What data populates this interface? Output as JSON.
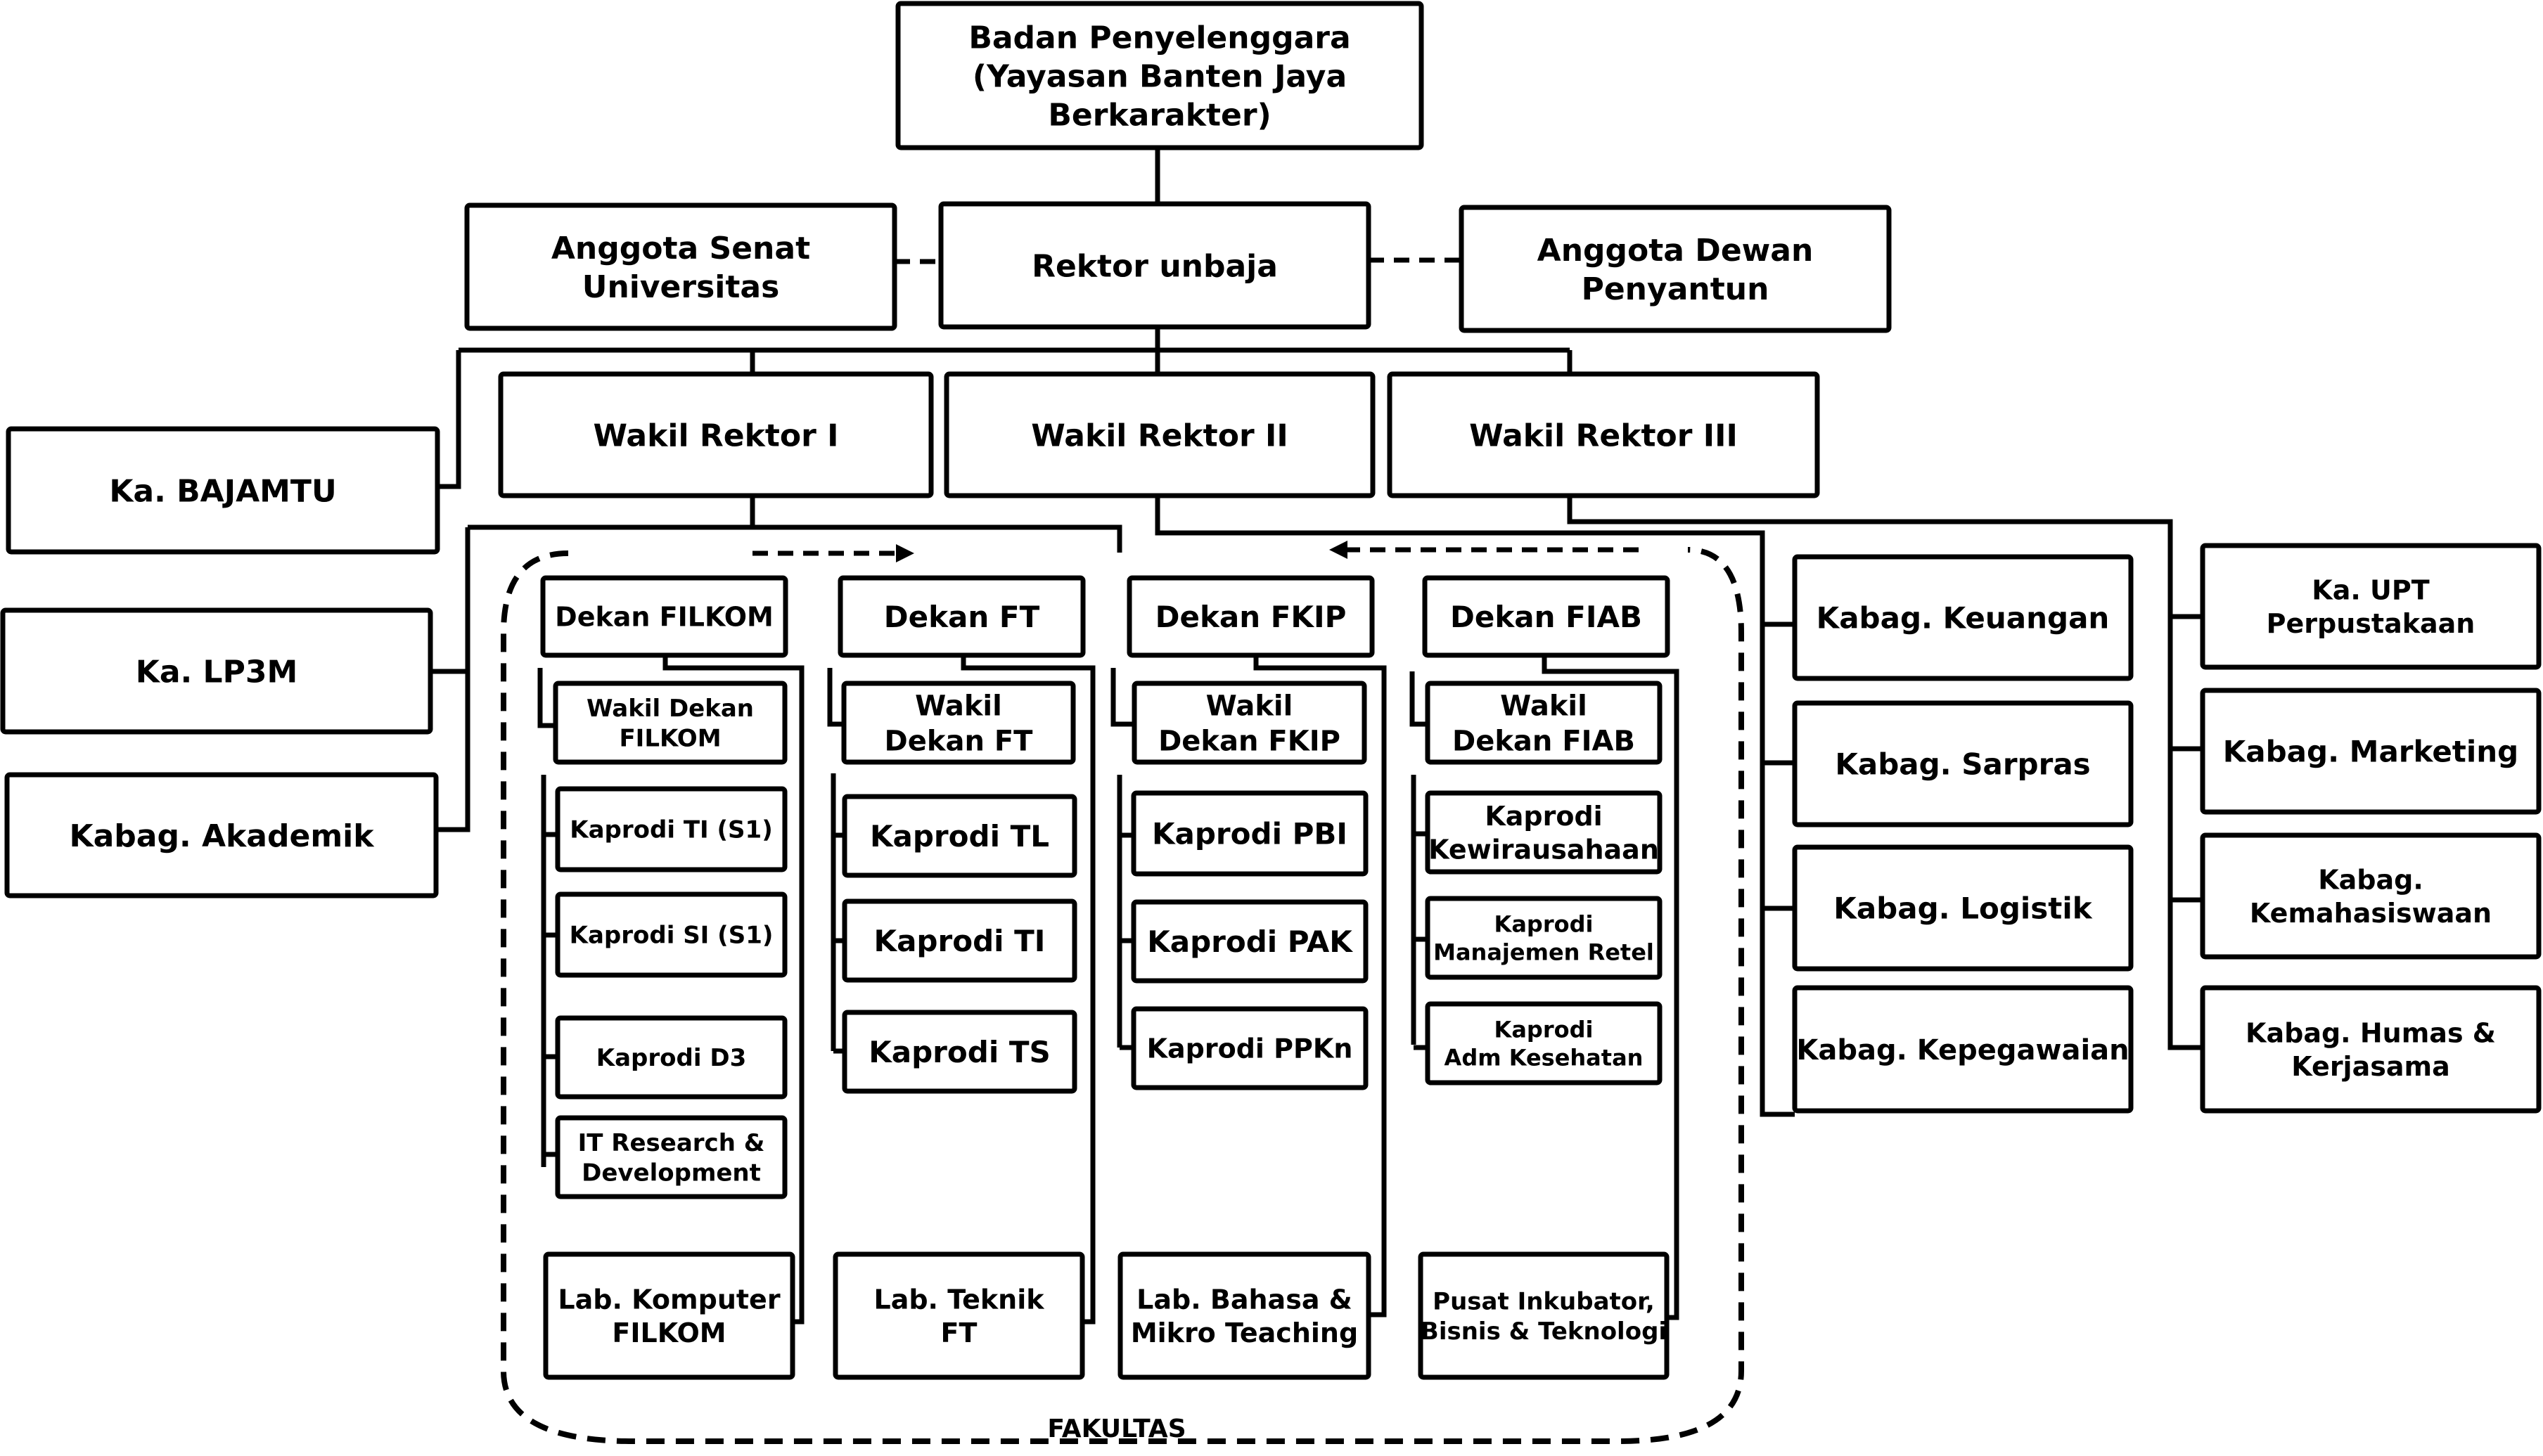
{
  "nodes": {
    "badan": [
      "Badan Penyelenggara",
      "(Yayasan Banten Jaya",
      "Berkarakter)"
    ],
    "senat": [
      "Anggota Senat",
      "Universitas"
    ],
    "rektor": [
      "Rektor unbaja"
    ],
    "dewan": [
      "Anggota Dewan",
      "Penyantun"
    ],
    "bajamtu": [
      "Ka. BAJAMTU"
    ],
    "lp3m": [
      "Ka. LP3M"
    ],
    "akademik": [
      "Kabag. Akademik"
    ],
    "wr1": [
      "Wakil Rektor I"
    ],
    "wr2": [
      "Wakil Rektor II"
    ],
    "wr3": [
      "Wakil Rektor III"
    ],
    "dekan_filkom": [
      "Dekan FILKOM"
    ],
    "dekan_ft": [
      "Dekan FT"
    ],
    "dekan_fkip": [
      "Dekan FKIP"
    ],
    "dekan_fiab": [
      "Dekan FIAB"
    ],
    "wd_filkom": [
      "Wakil Dekan",
      "FILKOM"
    ],
    "wd_ft": [
      "Wakil",
      "Dekan FT"
    ],
    "wd_fkip": [
      "Wakil",
      "Dekan FKIP"
    ],
    "wd_fiab": [
      "Wakil",
      "Dekan FIAB"
    ],
    "k_ti_s1": [
      "Kaprodi TI (S1)"
    ],
    "k_si_s1": [
      "Kaprodi SI (S1)"
    ],
    "k_d3": [
      "Kaprodi D3"
    ],
    "it_rd": [
      "IT Research &",
      "Development"
    ],
    "k_tl": [
      "Kaprodi TL"
    ],
    "k_ti": [
      "Kaprodi TI"
    ],
    "k_ts": [
      "Kaprodi TS"
    ],
    "k_pbi": [
      "Kaprodi PBI"
    ],
    "k_pak": [
      "Kaprodi PAK"
    ],
    "k_ppkn": [
      "Kaprodi PPKn"
    ],
    "k_kwu": [
      "Kaprodi",
      "Kewirausahaan"
    ],
    "k_mr": [
      "Kaprodi",
      "Manajemen Retel"
    ],
    "k_adm": [
      "Kaprodi",
      "Adm Kesehatan"
    ],
    "lab_filkom": [
      "Lab. Komputer",
      "FILKOM"
    ],
    "lab_ft": [
      "Lab. Teknik",
      "FT"
    ],
    "lab_fkip": [
      "Lab. Bahasa &",
      "Mikro Teaching"
    ],
    "lab_fiab": [
      "Pusat Inkubator,",
      "Bisnis & Teknologi"
    ],
    "keuangan": [
      "Kabag. Keuangan"
    ],
    "sarpras": [
      "Kabag. Sarpras"
    ],
    "logistik": [
      "Kabag. Logistik"
    ],
    "kepegawaian": [
      "Kabag. Kepegawaian"
    ],
    "upt": [
      "Ka. UPT",
      "Perpustakaan"
    ],
    "marketing": [
      "Kabag. Marketing"
    ],
    "kemahasiswaan": [
      "Kabag.",
      "Kemahasiswaan"
    ],
    "humas": [
      "Kabag. Humas &",
      "Kerjasama"
    ]
  },
  "group_label": "FAKULTAS"
}
